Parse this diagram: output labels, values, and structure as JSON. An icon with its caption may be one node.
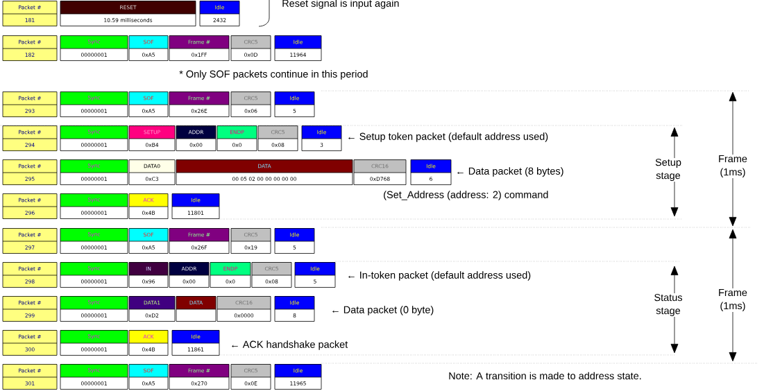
{
  "diagram": {
    "nodes": [
      {
        "text": [
          "Packet #",
          "181"
        ]
      },
      {
        "text": [
          "RESET",
          "10.59 milliseconds"
        ]
      },
      {
        "text": [
          "Idle",
          "2432"
        ]
      },
      {
        "text": [
          "Packet #",
          "182"
        ]
      },
      {
        "text": [
          "Sync",
          "00000001"
        ]
      },
      {
        "text": [
          "SOF",
          "0xA5"
        ]
      },
      {
        "text": [
          "Frame #",
          "0x1FF"
        ]
      },
      {
        "text": [
          "CRC5",
          "0x0D"
        ]
      },
      {
        "text": [
          "Idle",
          "11964"
        ]
      },
      {
        "text": [
          "Packet #",
          "293"
        ]
      },
      {
        "text": [
          "Sync",
          "00000001"
        ]
      },
      {
        "text": [
          "SOF",
          "0xA5"
        ]
      },
      {
        "text": [
          "Frame #",
          "0x26E"
        ]
      },
      {
        "text": [
          "CRC5",
          "0x06"
        ]
      },
      {
        "text": [
          "Idle",
          "5"
        ]
      },
      {
        "text": [
          "Packet #",
          "294"
        ]
      },
      {
        "text": [
          "Sync",
          "00000001"
        ]
      },
      {
        "text": [
          "SETUP",
          "0xB4"
        ]
      },
      {
        "text": [
          "ADDR",
          "0x00"
        ]
      },
      {
        "text": [
          "ENDP",
          "0x0"
        ]
      },
      {
        "text": [
          "CRC5",
          "0x08"
        ]
      },
      {
        "text": [
          "Idle",
          "3"
        ]
      },
      {
        "text": [
          "Packet #",
          "295"
        ]
      },
      {
        "text": [
          "Sync",
          "00000001"
        ]
      },
      {
        "text": [
          "DATA0",
          "0xC3"
        ]
      },
      {
        "text": [
          "DATA",
          "00 05 02 00 00 00 00 00"
        ]
      },
      {
        "text": [
          "CRC16",
          "0xD768"
        ]
      },
      {
        "text": [
          "Idle",
          "6"
        ]
      },
      {
        "text": [
          "Packet #",
          "296"
        ]
      },
      {
        "text": [
          "Sync",
          "00000001"
        ]
      },
      {
        "text": [
          "ACK",
          "0x4B"
        ]
      },
      {
        "text": [
          "Idle",
          "11801"
        ]
      },
      {
        "text": [
          "Packet #",
          "297"
        ]
      },
      {
        "text": [
          "Sync",
          "00000001"
        ]
      },
      {
        "text": [
          "SOF",
          "0xA5"
        ]
      },
      {
        "text": [
          "Frame #",
          "0x26F"
        ]
      },
      {
        "text": [
          "CRC5",
          "0x19"
        ]
      },
      {
        "text": [
          "Idle",
          "5"
        ]
      },
      {
        "text": [
          "Packet #",
          "298"
        ]
      },
      {
        "text": [
          "Sync",
          "00000001"
        ]
      },
      {
        "text": [
          "IN",
          "0x96"
        ]
      },
      {
        "text": [
          "ADDR",
          "0x00"
        ]
      },
      {
        "text": [
          "ENDP",
          "0x0"
        ]
      },
      {
        "text": [
          "CRC5",
          "0x08"
        ]
      },
      {
        "text": [
          "Idle",
          "5"
        ]
      },
      {
        "text": [
          "Packet #",
          "299"
        ]
      },
      {
        "text": [
          "Sync",
          "00000001"
        ]
      },
      {
        "text": [
          "DATA1",
          "0xD2"
        ]
      },
      {
        "text": [
          "DATA"
        ]
      },
      {
        "text": [
          "CRC16",
          "0x0000"
        ]
      },
      {
        "text": [
          "Idle",
          "8"
        ]
      },
      {
        "text": [
          "Packet #",
          "300"
        ]
      },
      {
        "text": [
          "Sync",
          "00000001"
        ]
      },
      {
        "text": [
          "ACK",
          "0x4B"
        ]
      },
      {
        "text": [
          "Idle",
          "11861"
        ]
      },
      {
        "text": [
          "Packet #",
          "301"
        ]
      },
      {
        "text": [
          "Sync",
          "00000001"
        ]
      },
      {
        "text": [
          "SOF",
          "0xA5"
        ]
      },
      {
        "text": [
          "Frame #",
          "0x270"
        ]
      },
      {
        "text": [
          "CRC5",
          "0x0E"
        ]
      },
      {
        "text": [
          "Idle",
          "11965"
        ]
      }
    ],
    "labels": [
      "Reset signal is input again",
      "* Only SOF packets continue in this period",
      "← Setup token packet (default address used)",
      "← Data packet (8 bytes)",
      "(Set_Address (address: 2) command",
      "Setup stage",
      "Frame (1ms)",
      "← In-token packet (default address used)",
      "← Data packet (0 byte)",
      "Status stage",
      "Frame (1ms)",
      "← ACK handshake packet",
      "Note: A transition is made to address state."
    ]
  }
}
